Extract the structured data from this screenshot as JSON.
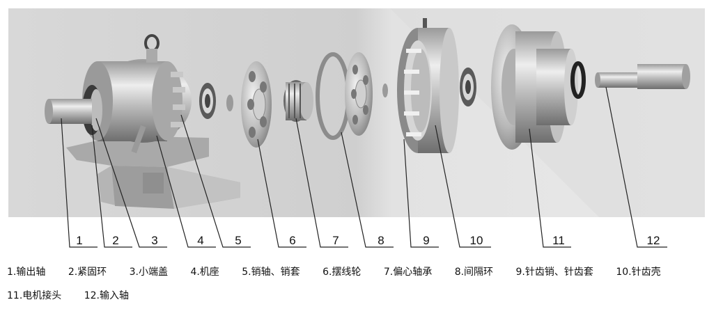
{
  "callout_numbers": [
    "1",
    "2",
    "3",
    "4",
    "5",
    "6",
    "7",
    "8",
    "9",
    "10",
    "11",
    "12"
  ],
  "legend_row1": [
    "1.输出轴",
    "2.紧固环",
    "3.小端盖",
    "4.机座",
    "5.销轴、销套",
    "6.摆线轮",
    "7.偏心轴承",
    "8.间隔环",
    "9.针齿销、针齿套",
    "10.针齿壳"
  ],
  "legend_row2": [
    "11.电机接头",
    "12.输入轴"
  ]
}
